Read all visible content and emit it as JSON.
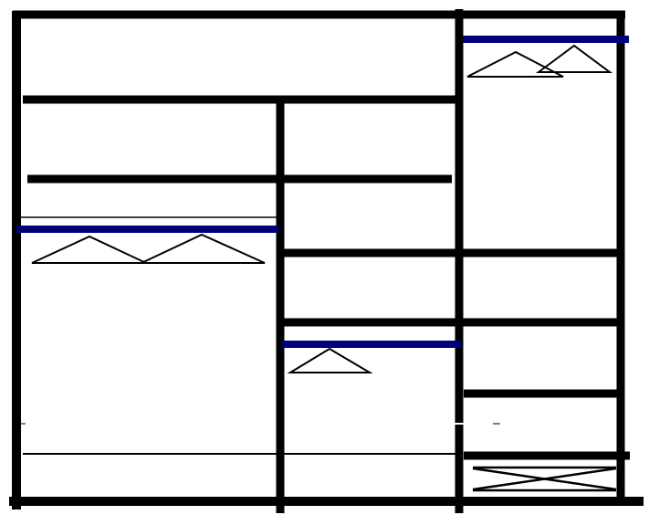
{
  "diagram": {
    "subject": "wardrobe-layout",
    "colors": {
      "frame": "#000000",
      "rail": "#00007a",
      "background": "#ffffff"
    },
    "compartments": [
      "left-hanging",
      "middle-shelves-and-hanging",
      "right-hanging-shelves-drawer"
    ]
  }
}
